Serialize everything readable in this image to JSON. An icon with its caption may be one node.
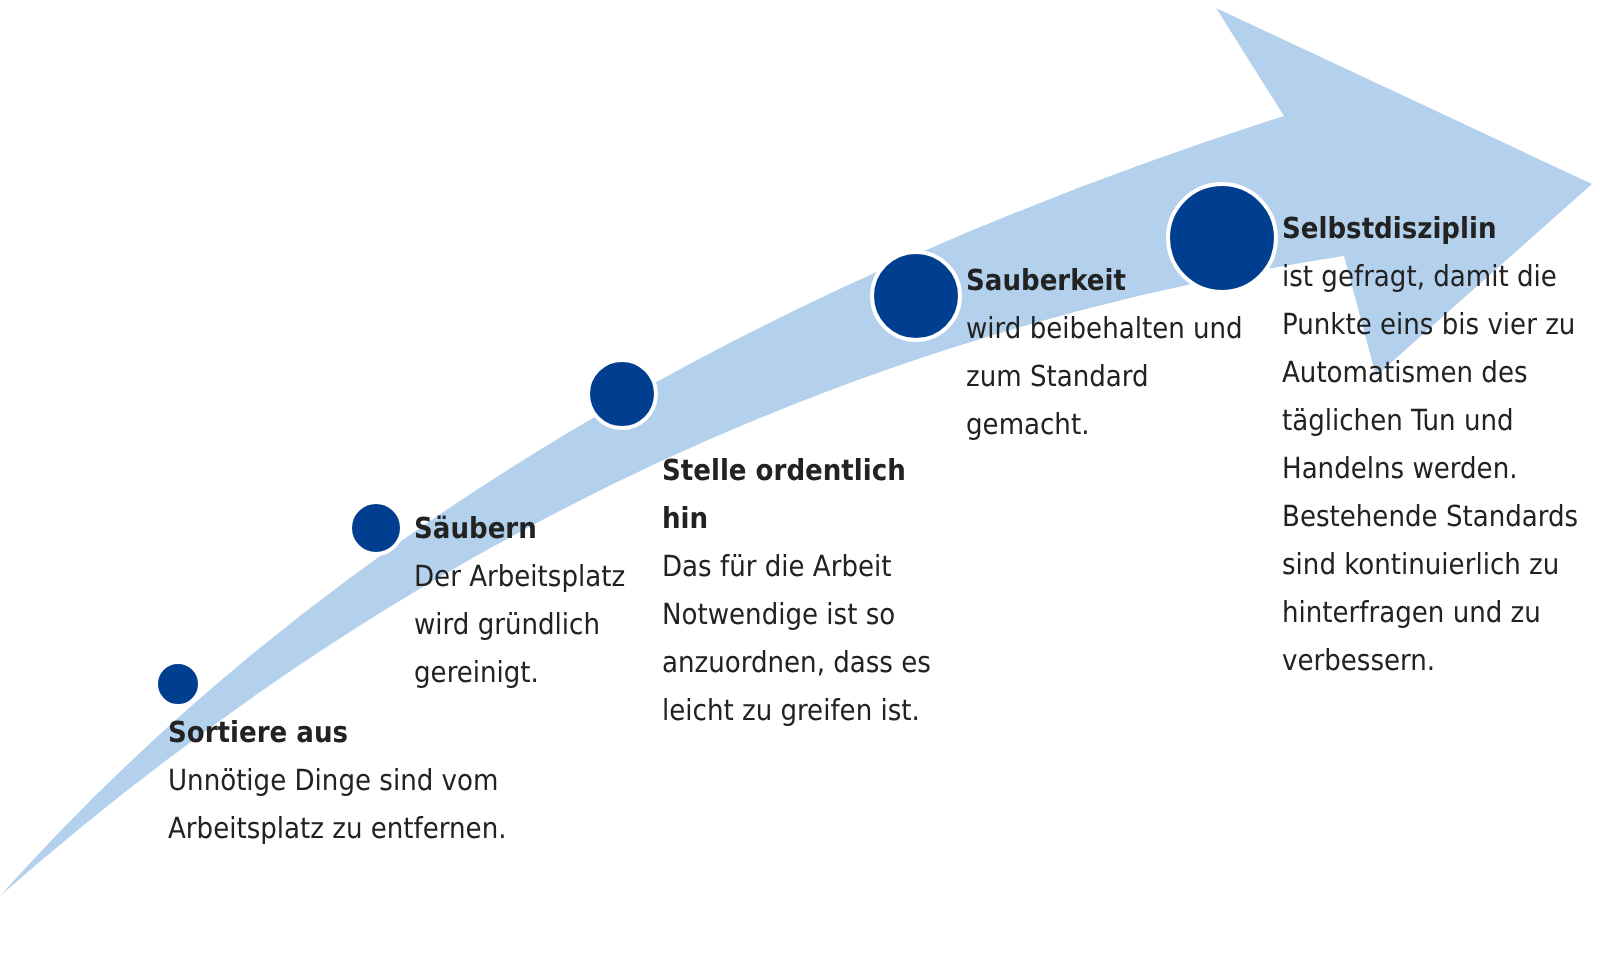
{
  "diagram": {
    "nodes": [
      {
        "text": [],
        "shape": "circle",
        "beside": [
          "Sortiere aus",
          "Unnötige Dinge sind vom Arbeitsplatz zu entfernen."
        ]
      },
      {
        "text": [],
        "shape": "circle",
        "beside": [
          "Säubern",
          "Der Arbeitsplatz wird gründlich gereinigt."
        ]
      },
      {
        "text": [],
        "shape": "circle",
        "beside": [
          "Stelle ordentlich hin",
          "Das für die Arbeit Notwendige ist so anzuordnen, dass es leicht zu greifen ist."
        ]
      },
      {
        "text": [],
        "shape": "circle",
        "beside": [
          "Sauberkeit",
          "wird beibehalten und zum Standard gemacht."
        ]
      },
      {
        "text": [],
        "shape": "circle",
        "beside": [
          "Selbstdisziplin",
          "ist gefragt, damit die Punkte eins bis vier zu Automatismen des täglichen Tun und Handelns werden. Bestehende Standards sind kontinuierlich zu hinterfragen und zu verbessern."
        ]
      }
    ]
  }
}
